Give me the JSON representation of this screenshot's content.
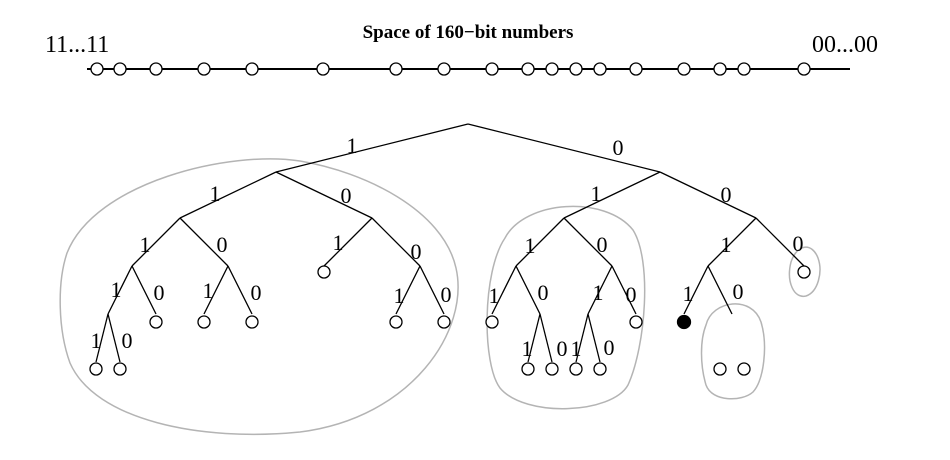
{
  "title": "Space of 160−bit numbers",
  "axis": {
    "left_label": "11...11",
    "right_label": "00...00",
    "point_count": 18
  },
  "tree": {
    "edges": [
      {
        "label": "1"
      },
      {
        "label": "0"
      },
      {
        "label": "1"
      },
      {
        "label": "0"
      },
      {
        "label": "1"
      },
      {
        "label": "0"
      },
      {
        "label": "1"
      },
      {
        "label": "0"
      },
      {
        "label": "1"
      },
      {
        "label": "0"
      },
      {
        "label": "1"
      },
      {
        "label": "0"
      },
      {
        "label": "1"
      },
      {
        "label": "0"
      },
      {
        "label": "1"
      },
      {
        "label": "0"
      },
      {
        "label": "1"
      },
      {
        "label": "0"
      },
      {
        "label": "1"
      },
      {
        "label": "0"
      },
      {
        "label": "1"
      },
      {
        "label": "0"
      },
      {
        "label": "1"
      },
      {
        "label": "0"
      },
      {
        "label": "1"
      },
      {
        "label": "0"
      },
      {
        "label": "1"
      },
      {
        "label": "0"
      },
      {
        "label": "1"
      },
      {
        "label": "0"
      },
      {
        "label": "1"
      },
      {
        "label": "0"
      }
    ],
    "own_node": "filled",
    "subtree_groups": 4
  }
}
